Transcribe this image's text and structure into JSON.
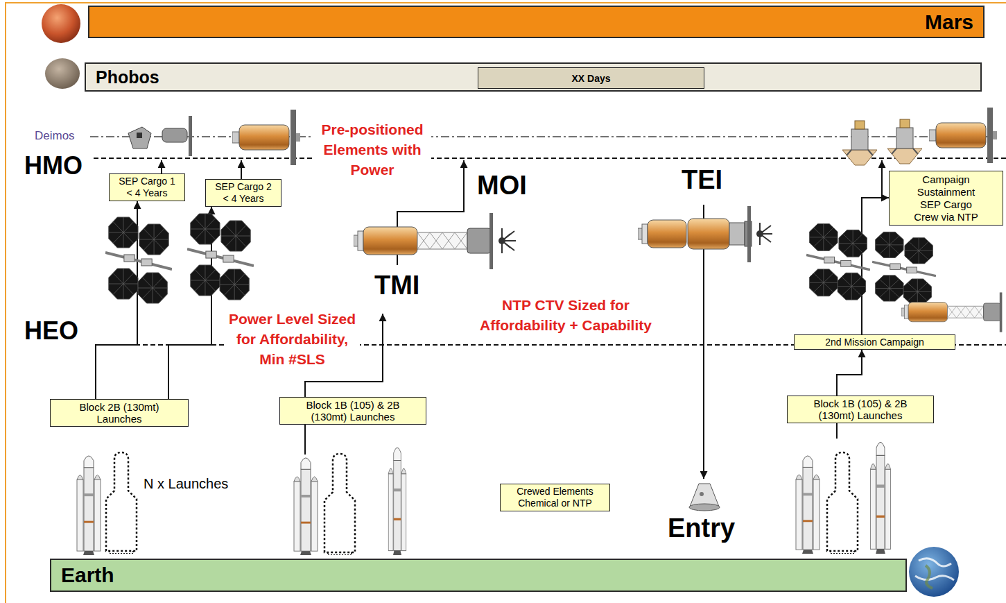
{
  "diagram": {
    "nodes": [
      {
        "text": [
          "Mars"
        ]
      },
      {
        "text": [
          "Phobos"
        ]
      },
      {
        "text": [
          "XX Days"
        ],
        "in": 1
      },
      {
        "text": [
          "SEP Cargo 1 < 4 Years"
        ]
      },
      {
        "text": [
          "SEP Cargo 2 < 4 Years"
        ]
      },
      {
        "text": [
          "Campaign Sustainment SEP Cargo Crew via NTP"
        ]
      },
      {
        "text": [
          "2nd Mission Campaign"
        ]
      },
      {
        "text": [
          "Block 2B (130mt) Launches"
        ]
      },
      {
        "text": [
          "Block 1B (105) & 2B (130mt) Launches"
        ]
      },
      {
        "text": [
          "Block 1B (105) & 2B (130mt) Launches"
        ]
      },
      {
        "text": [
          "Crewed Elements Chemical or NTP"
        ]
      },
      {
        "text": [
          "Earth"
        ]
      }
    ],
    "edges": [
      {
        "from": 7,
        "to": 3,
        "arrow": "to"
      },
      {
        "from": 7,
        "to": 4,
        "arrow": "to"
      },
      {
        "from": 9,
        "to": 6,
        "arrow": "to"
      },
      {
        "from": 6,
        "to": 5,
        "arrow": "to"
      }
    ],
    "labels": [
      "Deimos",
      "HMO",
      "Pre-positioned Elements with Power",
      "MOI",
      "TEI",
      "TMI",
      "HEO",
      "Power Level Sized for Affordability, Min #SLS",
      "NTP CTV Sized for Affordability + Capability",
      "N x Launches",
      "Entry"
    ]
  }
}
